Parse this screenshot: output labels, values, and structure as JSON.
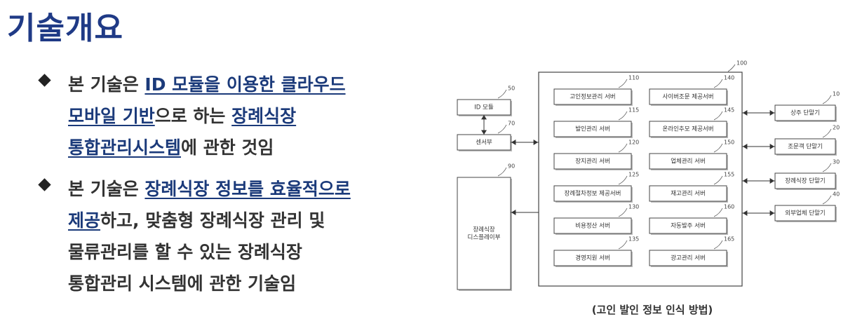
{
  "page": {
    "title": "기술개요"
  },
  "bullets": [
    {
      "lines": [
        [
          {
            "t": "본 기술은 ",
            "hl": false
          },
          {
            "t": "ID 모듈을 이용한 클라우드",
            "hl": true
          }
        ],
        [
          {
            "t": "모바일 기반",
            "hl": true
          },
          {
            "t": "으로 하는 ",
            "hl": false
          },
          {
            "t": "장례식장",
            "hl": true
          }
        ],
        [
          {
            "t": "통합관리시스템",
            "hl": true
          },
          {
            "t": "에 관한 것임",
            "hl": false
          }
        ]
      ]
    },
    {
      "lines": [
        [
          {
            "t": "본 기술은 ",
            "hl": false
          },
          {
            "t": "장례식장 정보를 효율적으로",
            "hl": true
          }
        ],
        [
          {
            "t": "제공",
            "hl": true
          },
          {
            "t": "하고, 맞춤형 장례식장 관리 및",
            "hl": false
          }
        ],
        [
          {
            "t": "물류관리를 할 수 있는 장례식장",
            "hl": false
          }
        ],
        [
          {
            "t": "통합관리 시스템에 관한 기술임",
            "hl": false
          }
        ]
      ]
    }
  ],
  "figure": {
    "caption": "(고인 발인 정보 인식 방법)",
    "system_ref": "100",
    "left_blocks": [
      {
        "label": "ID 모듈",
        "ref": "50"
      },
      {
        "label": "센서부",
        "ref": "70"
      },
      {
        "label": "장례식장\n디스플레이부",
        "ref": "90"
      }
    ],
    "servers_left": [
      {
        "label": "고인정보관리 서버",
        "ref": "110"
      },
      {
        "label": "발인관리 서버",
        "ref": "115"
      },
      {
        "label": "장지관리 서버",
        "ref": "120"
      },
      {
        "label": "장례절차정보 제공서버",
        "ref": "125"
      },
      {
        "label": "비용정산 서버",
        "ref": "130"
      },
      {
        "label": "경영지원 서버",
        "ref": "135"
      }
    ],
    "servers_right": [
      {
        "label": "사이버조문 제공서버",
        "ref": "140"
      },
      {
        "label": "온라인추모 제공서버",
        "ref": "145"
      },
      {
        "label": "업체관리 서버",
        "ref": "150"
      },
      {
        "label": "재고관리 서버",
        "ref": "155"
      },
      {
        "label": "자동발주 서버",
        "ref": "160"
      },
      {
        "label": "광고관리 서버",
        "ref": "165"
      }
    ],
    "terminals": [
      {
        "label": "상주 단말기",
        "ref": "10"
      },
      {
        "label": "조문객 단말기",
        "ref": "20"
      },
      {
        "label": "장례식장 단말기",
        "ref": "30"
      },
      {
        "label": "외부업체 단말기",
        "ref": "40"
      }
    ]
  }
}
